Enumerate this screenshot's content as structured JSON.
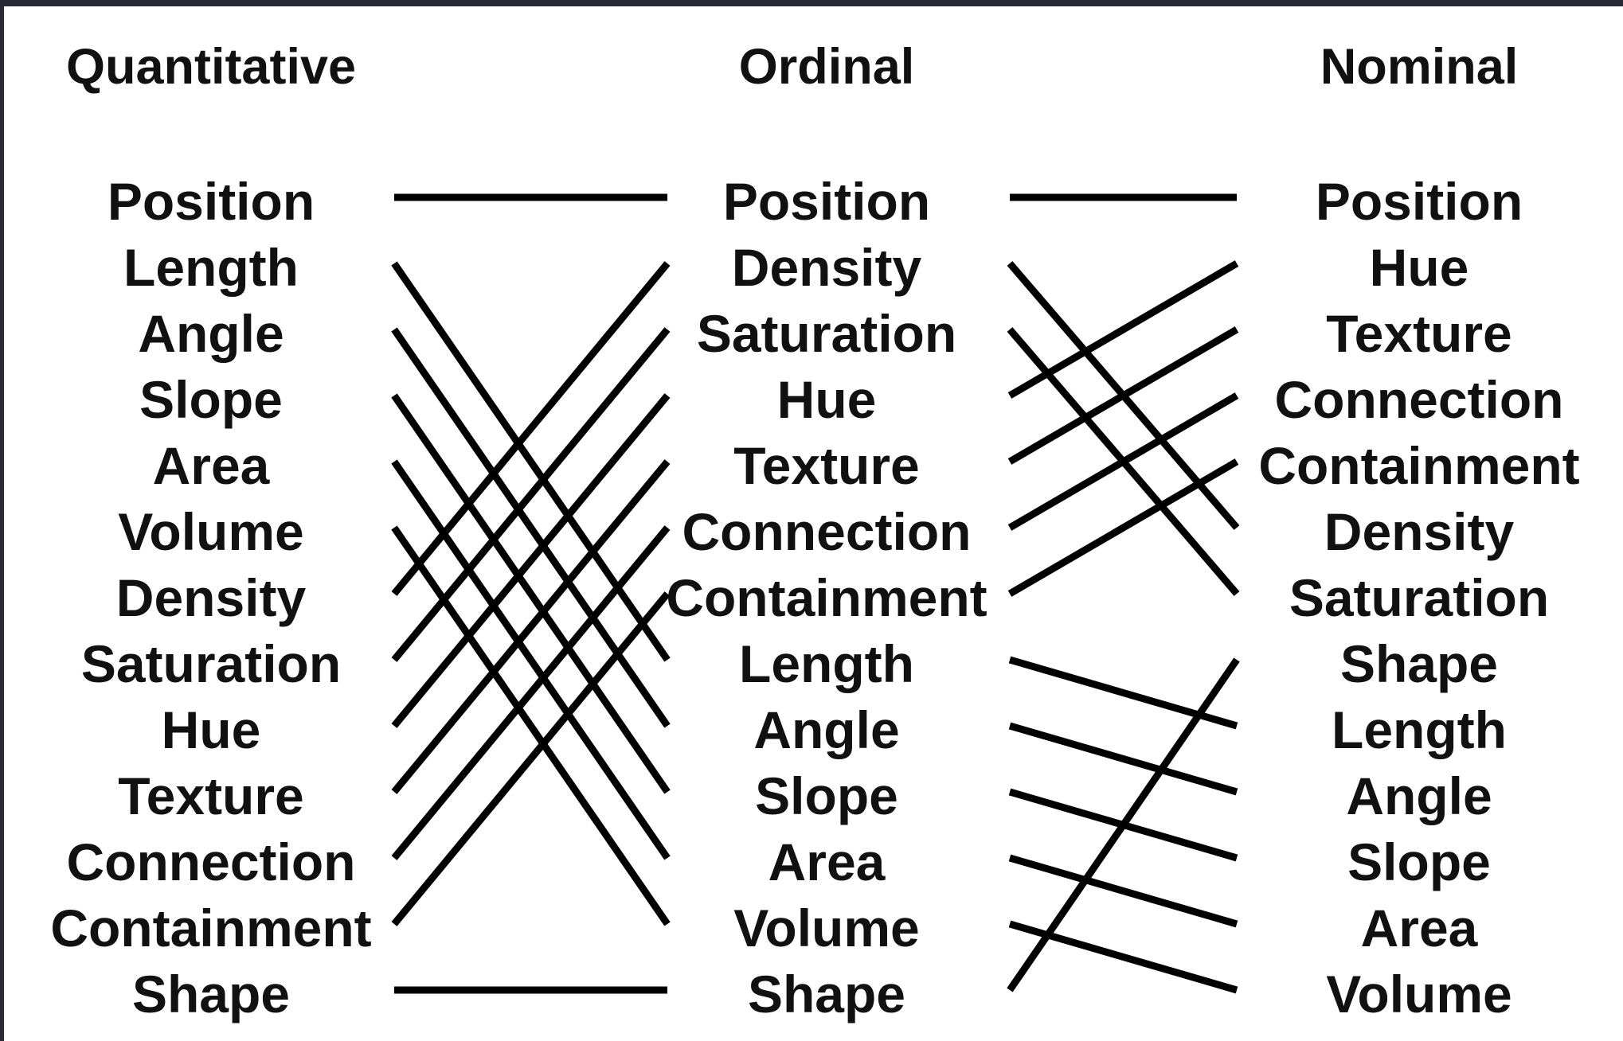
{
  "columns": [
    {
      "id": "quantitative",
      "header": "Quantitative",
      "items": [
        "Position",
        "Length",
        "Angle",
        "Slope",
        "Area",
        "Volume",
        "Density",
        "Saturation",
        "Hue",
        "Texture",
        "Connection",
        "Containment",
        "Shape"
      ]
    },
    {
      "id": "ordinal",
      "header": "Ordinal",
      "items": [
        "Position",
        "Density",
        "Saturation",
        "Hue",
        "Texture",
        "Connection",
        "Containment",
        "Length",
        "Angle",
        "Slope",
        "Area",
        "Volume",
        "Shape"
      ]
    },
    {
      "id": "nominal",
      "header": "Nominal",
      "items": [
        "Position",
        "Hue",
        "Texture",
        "Connection",
        "Containment",
        "Density",
        "Saturation",
        "Shape",
        "Length",
        "Angle",
        "Slope",
        "Area",
        "Volume"
      ]
    }
  ],
  "colors": {
    "background": "#ffffff",
    "frame": "#2a2a35",
    "text": "#111111",
    "lines": "#000000"
  }
}
